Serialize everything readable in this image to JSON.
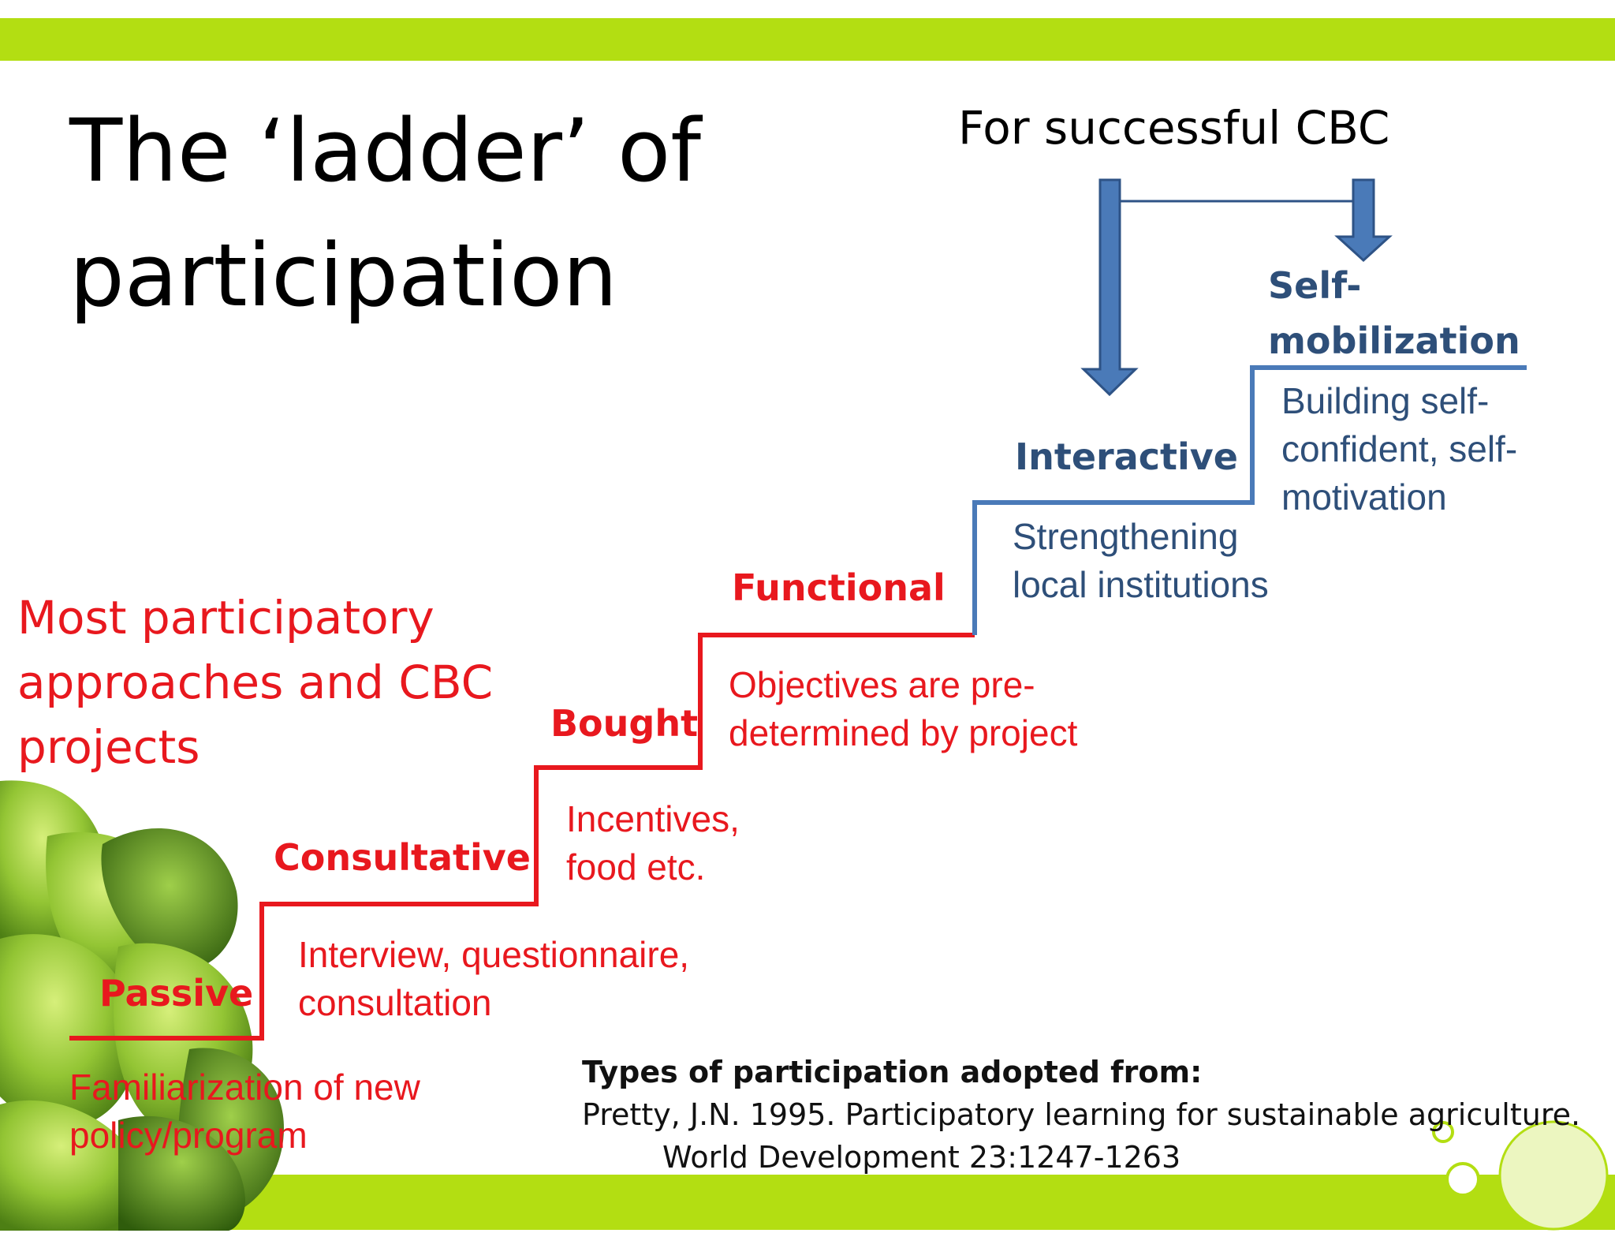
{
  "slide": {
    "title_line1": "The ‘ladder’ of",
    "title_line2": "participation",
    "top_right_caption": "For successful CBC",
    "left_caption_lines": [
      "Most participatory",
      "approaches and CBC",
      "projects"
    ]
  },
  "steps": [
    {
      "label": "Passive",
      "description_lines": [
        "Familiarization of new",
        "policy/program"
      ],
      "color": "#e8181e"
    },
    {
      "label": "Consultative",
      "description_lines": [
        "Interview, questionnaire,",
        "consultation"
      ],
      "color": "#e8181e"
    },
    {
      "label": "Bought",
      "description_lines": [
        "Incentives,",
        "food etc."
      ],
      "color": "#e8181e"
    },
    {
      "label": "Functional",
      "description_lines": [
        "Objectives are pre-",
        "determined by project"
      ],
      "color": "#e8181e"
    },
    {
      "label": "Interactive",
      "description_lines": [
        "Strengthening",
        "local institutions"
      ],
      "color": "#2e4f79"
    },
    {
      "label_lines": [
        "Self-",
        "mobilization"
      ],
      "description_lines": [
        "Building self-",
        "confident, self-",
        "motivation"
      ],
      "color": "#2e4f79"
    }
  ],
  "reference": {
    "heading": "Types of participation adopted from:",
    "line1": "Pretty, J.N. 1995. Participatory learning for sustainable agriculture.",
    "line2": "World Development 23:1247-1263"
  },
  "colors": {
    "accent_green": "#b3de12",
    "stair_red": "#e8181e",
    "stair_blue": "#4a7ab8",
    "text_blue": "#2e4f79",
    "arrow_fill": "#4a7ab8"
  }
}
